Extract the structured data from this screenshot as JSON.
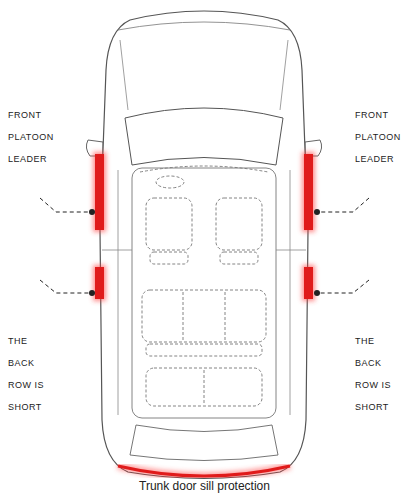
{
  "diagram": {
    "caption": "Trunk door sill protection",
    "labels": [
      "FRONT PLATOON LEADER",
      "FRONT PLATOON LEADER",
      "THE BACK ROW IS SHORT",
      "THE BACK ROW IS SHORT"
    ]
  }
}
